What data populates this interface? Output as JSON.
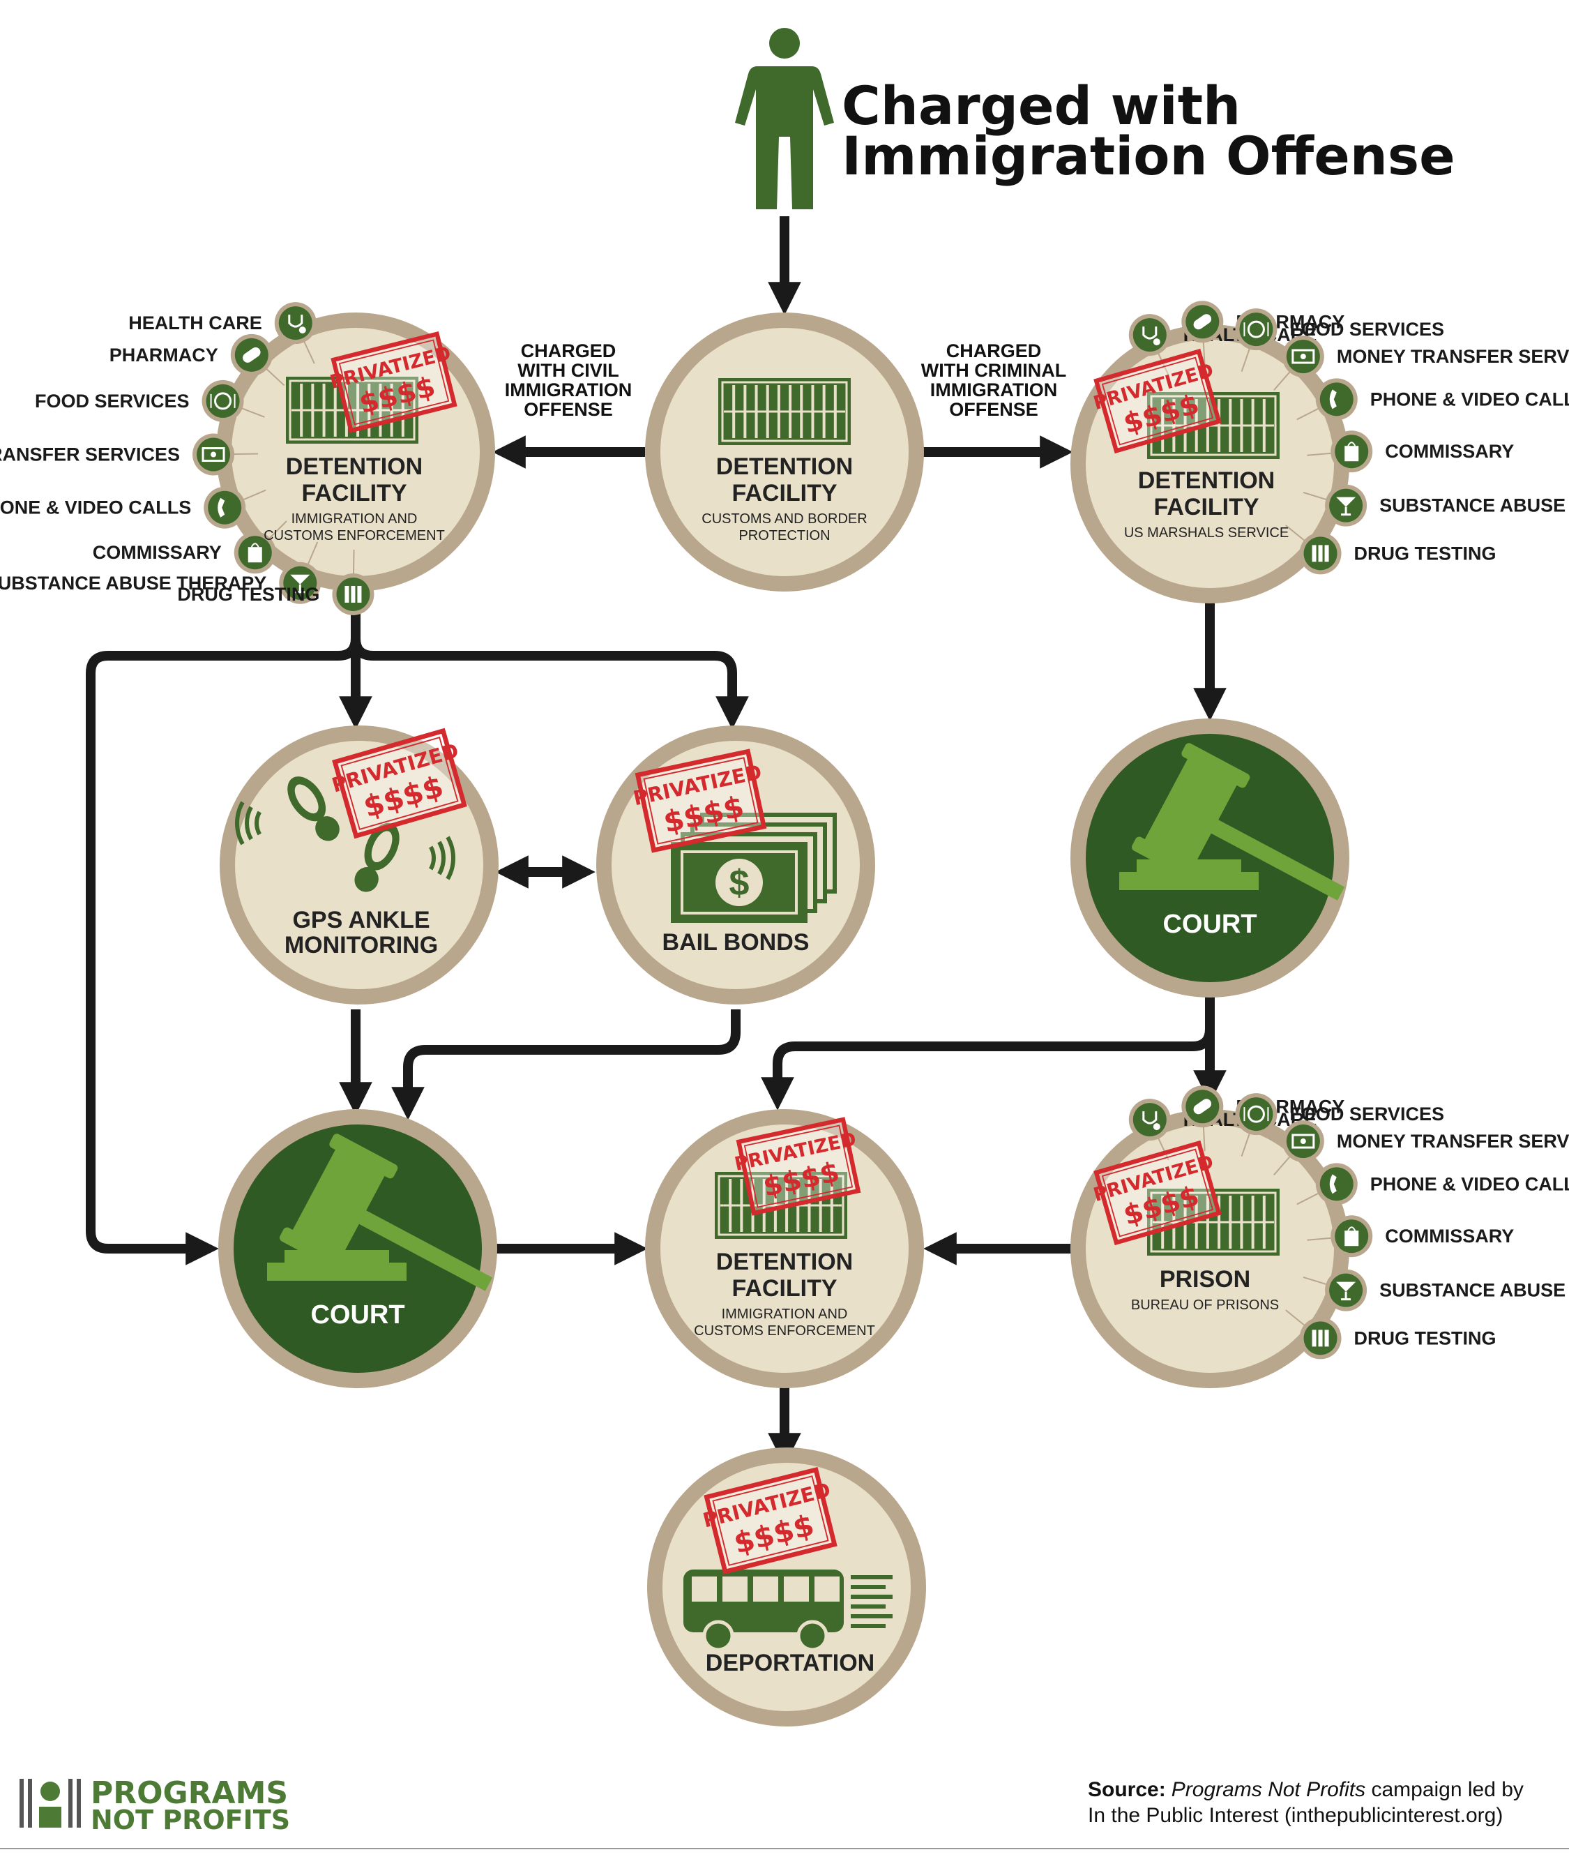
{
  "title": {
    "line1": "Charged with",
    "line2": "Immigration Offense"
  },
  "stamp": {
    "word": "PRIVATIZED",
    "symbols": "$$$$"
  },
  "edge_labels": {
    "civil": [
      "CHARGED",
      "WITH CIVIL",
      "IMMIGRATION",
      "OFFENSE"
    ],
    "criminal": [
      "CHARGED",
      "WITH CRIMINAL",
      "IMMIGRATION",
      "OFFENSE"
    ]
  },
  "nodes": {
    "detention_cbp": {
      "title": [
        "DETENTION",
        "FACILITY"
      ],
      "subtitle": [
        "CUSTOMS AND BORDER",
        "PROTECTION"
      ]
    },
    "detention_ice_top": {
      "title": [
        "DETENTION",
        "FACILITY"
      ],
      "subtitle": [
        "IMMIGRATION AND",
        "CUSTOMS ENFORCEMENT"
      ]
    },
    "detention_usms": {
      "title": [
        "DETENTION",
        "FACILITY"
      ],
      "subtitle": [
        "US MARSHALS SERVICE"
      ]
    },
    "gps": {
      "title": [
        "GPS ANKLE",
        "MONITORING"
      ]
    },
    "bail": {
      "title": [
        "BAIL BONDS"
      ]
    },
    "court_right": {
      "title": [
        "COURT"
      ]
    },
    "court_left": {
      "title": [
        "COURT"
      ]
    },
    "detention_ice_bottom": {
      "title": [
        "DETENTION",
        "FACILITY"
      ],
      "subtitle": [
        "IMMIGRATION AND",
        "CUSTOMS ENFORCEMENT"
      ]
    },
    "prison": {
      "title": [
        "PRISON"
      ],
      "subtitle": [
        "BUREAU OF PRISONS"
      ]
    },
    "deportation": {
      "title": [
        "DEPORTATION"
      ]
    }
  },
  "services": [
    "HEALTH CARE",
    "PHARMACY",
    "FOOD SERVICES",
    "MONEY TRANSFER SERVICES",
    "PHONE & VIDEO CALLS",
    "COMMISSARY",
    "SUBSTANCE ABUSE THERAPY",
    "DRUG TESTING"
  ],
  "service_icons": [
    "stethoscope-icon",
    "pill-icon",
    "plate-icon",
    "money-icon",
    "phone-icon",
    "bag-icon",
    "cocktail-icon",
    "vials-icon"
  ],
  "footer": {
    "logo_line1": "PROGRAMS",
    "logo_line2": "NOT PROFITS",
    "source_label": "Source:",
    "source_italic": "Programs Not Profits",
    "source_rest": " campaign led by",
    "source_line2": "In the Public Interest (inthepublicinterest.org)"
  },
  "colors": {
    "ring": "#b8a78d",
    "inner": "#e9e0c9",
    "green": "#3f6a2b",
    "light_green": "#6fa43b",
    "dark_green_fill": "#2f5a23",
    "stamp_red": "#d42a2e",
    "arrow": "#1a1a1a"
  }
}
